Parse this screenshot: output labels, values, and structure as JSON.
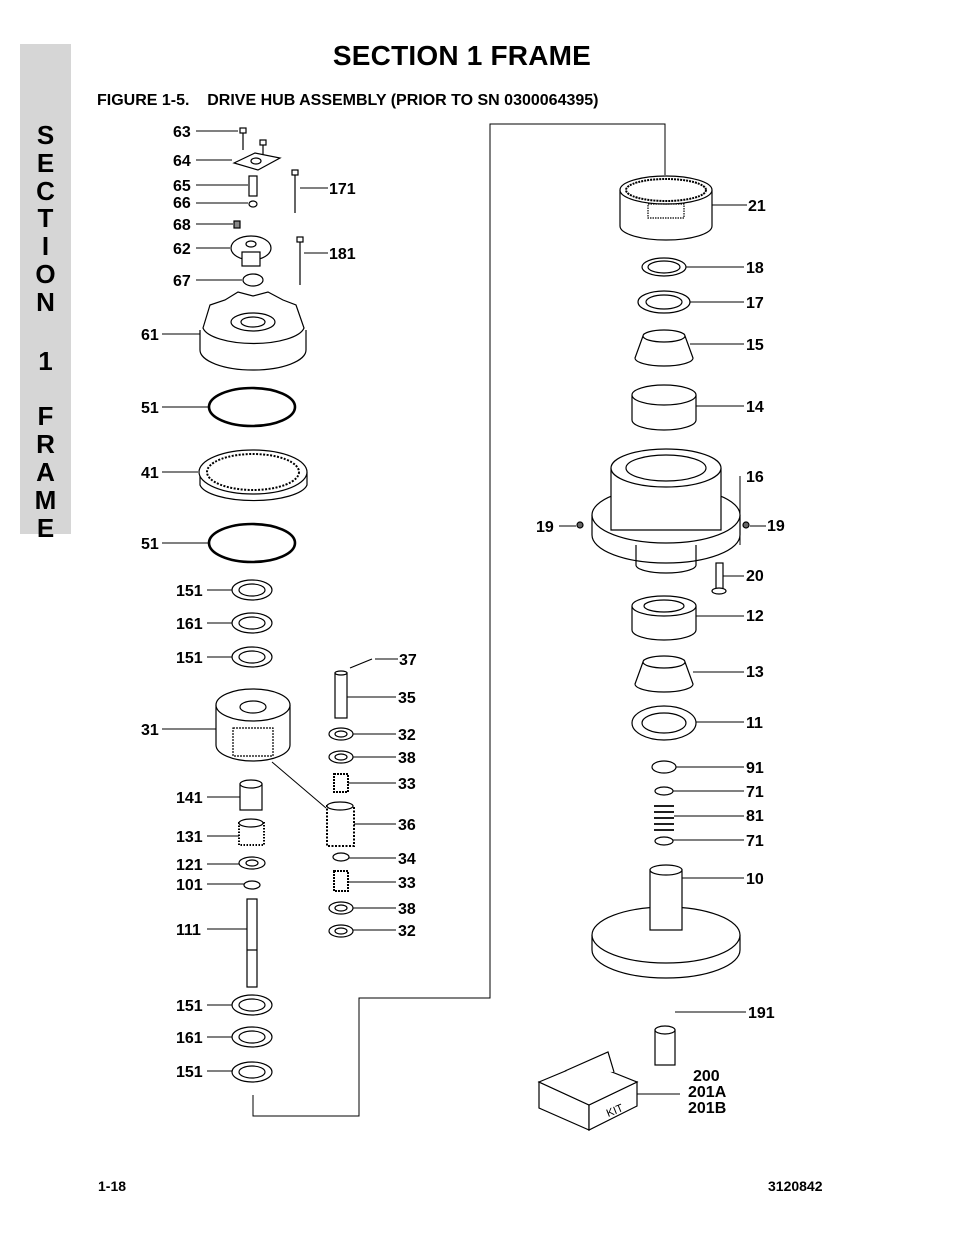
{
  "side_tab": {
    "letters": [
      "S",
      "E",
      "C",
      "T",
      "I",
      "O",
      "N",
      "1",
      "F",
      "R",
      "A",
      "M",
      "E"
    ]
  },
  "header": {
    "title": "SECTION 1  FRAME",
    "figure": "FIGURE 1-5.    DRIVE HUB ASSEMBLY (PRIOR TO SN 0300064395)"
  },
  "footer": {
    "page": "1-18",
    "doc": "3120842"
  },
  "kit_label": "KIT",
  "callouts": {
    "c63": "63",
    "c64": "64",
    "c65": "65",
    "c66": "66",
    "c68": "68",
    "c62": "62",
    "c67": "67",
    "c171": "171",
    "c181": "181",
    "c61": "61",
    "c51a": "51",
    "c41": "41",
    "c51b": "51",
    "c151a": "151",
    "c161a": "161",
    "c151b": "151",
    "c31": "31",
    "c37": "37",
    "c35": "35",
    "c32a": "32",
    "c38a": "38",
    "c33a": "33",
    "c141": "141",
    "c131": "131",
    "c121": "121",
    "c101": "101",
    "c36": "36",
    "c34": "34",
    "c33b": "33",
    "c38b": "38",
    "c32b": "32",
    "c111": "111",
    "c151c": "151",
    "c161b": "161",
    "c151d": "151",
    "c21": "21",
    "c18": "18",
    "c17": "17",
    "c15": "15",
    "c14": "14",
    "c16": "16",
    "c19a": "19",
    "c19b": "19",
    "c20": "20",
    "c12": "12",
    "c13": "13",
    "c11": "11",
    "c91": "91",
    "c71a": "71",
    "c81": "81",
    "c71b": "71",
    "c10": "10",
    "c191": "191",
    "c200": "200",
    "c201a": "201A",
    "c201b": "201B"
  }
}
